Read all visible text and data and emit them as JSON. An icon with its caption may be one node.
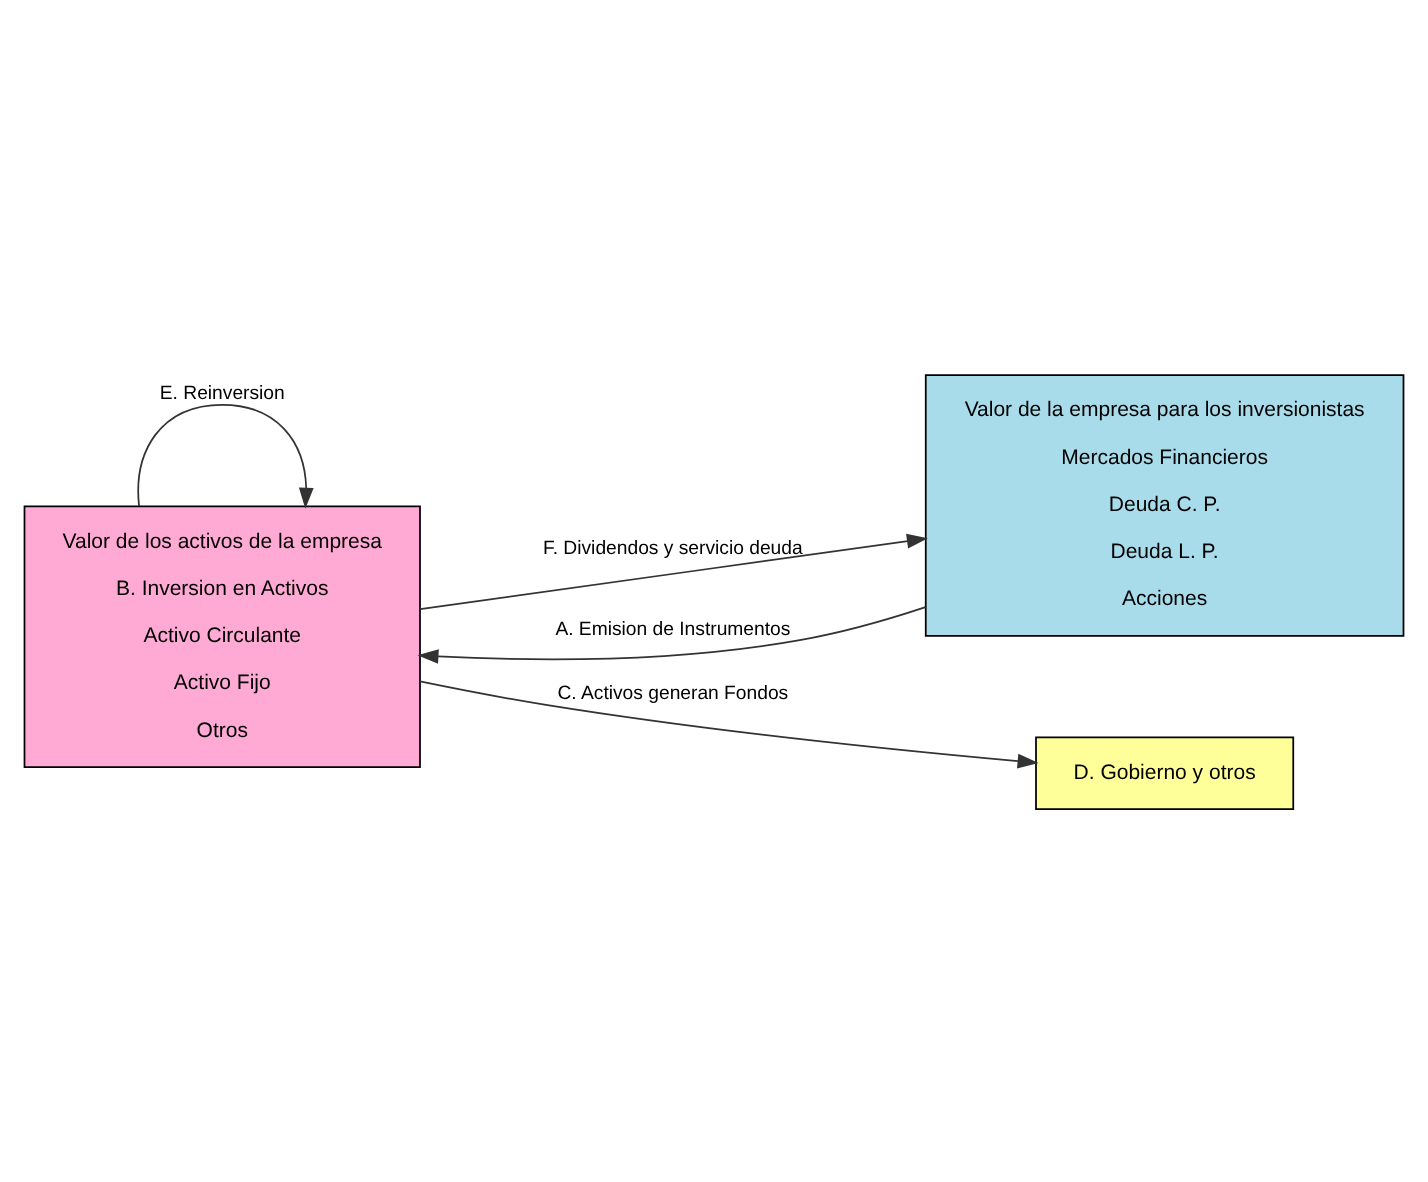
{
  "diagram": {
    "nodes": [
      {
        "text": [
          "Valor de los activos de la empresa",
          "B. Inversion en Activos",
          "Activo Circulante",
          "Activo Fijo",
          "Otros"
        ]
      },
      {
        "text": [
          "Valor de la empresa para los inversionistas",
          "Mercados Financieros",
          "Deuda C. P.",
          "Deuda L. P.",
          "Acciones"
        ]
      },
      {
        "text": [
          "D. Gobierno y otros"
        ]
      }
    ],
    "edges": [
      {
        "from": 1,
        "to": 0,
        "arrow": "to",
        "label": "A. Emision de Instrumentos"
      },
      {
        "from": 0,
        "to": 0,
        "arrow": "to",
        "label": "E. Reinversion"
      },
      {
        "from": 0,
        "to": 2,
        "arrow": "to",
        "label": "C. Activos generan Fondos"
      },
      {
        "from": 0,
        "to": 1,
        "arrow": "to",
        "label": "F. Dividendos y servicio deuda"
      }
    ]
  }
}
